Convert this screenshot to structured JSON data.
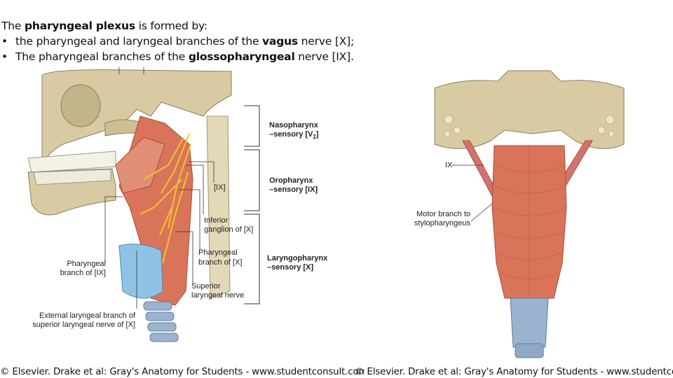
{
  "heading": {
    "intro": {
      "a": "The ",
      "b": "pharyngeal plexus",
      "c": " is formed by:"
    },
    "bullet_char": "•",
    "item1": {
      "a": "the pharyngeal and laryngeal  branches of the ",
      "b": "vagus",
      "c": " nerve [X];"
    },
    "item2": {
      "a": "The pharyngeal branches of the ",
      "b": "glossopharyngeal",
      "c": " nerve [IX]."
    }
  },
  "left_figure": {
    "labels": {
      "naso_title": "Nasopharynx",
      "naso_sub": "–sensory [V",
      "naso_subscript": "2",
      "naso_close": "]",
      "oro_title": "Oropharynx",
      "oro_sub": "–sensory [IX]",
      "laryngo_title": "Laryngopharynx",
      "laryngo_sub": "–sensory [X]",
      "ix": "[IX]",
      "inferior_1": "Inferior",
      "inferior_2": "ganglion of [X]",
      "pharyngeal_x_1": "Pharyngeal",
      "pharyngeal_x_2": "branch of [X]",
      "superior_1": "Superior",
      "superior_2": "laryngeal nerve",
      "pharyngeal_ix_1": "Pharyngeal",
      "pharyngeal_ix_2": "branch of [IX]",
      "external_1": "External laryngeal branch of",
      "external_2": "superior laryngeal nerve of [X]"
    }
  },
  "right_figure": {
    "labels": {
      "ix": "IX",
      "motor_1": "Motor branch to",
      "motor_2": "stylopharyngeus"
    }
  },
  "credits": {
    "left": "© Elsevier. Drake et al: Gray's Anatomy for Students - www.studentconsult.com",
    "right": "© Elsevier. Drake et al: Gray's Anatomy for Students - www.studentconsult.com"
  },
  "colors": {
    "muscle": "#d9745a",
    "bone": "#d8cba3",
    "nerve": "#f2c230",
    "cartilage": "#8ec3e6",
    "trachea": "#9ab4cf"
  }
}
